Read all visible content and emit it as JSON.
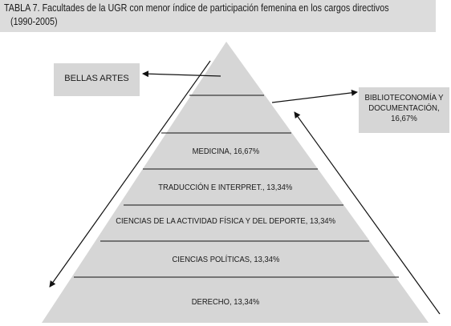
{
  "title": {
    "line1": "TABLA 7. Facultades de la UGR con menor índice de participación femenina en los cargos directivos",
    "line2": "(1990-2005)"
  },
  "top_box": {
    "label": "BELLAS ARTES"
  },
  "side_box": {
    "lines": [
      "BIBLIOTECONOMÍA Y",
      "DOCUMENTACIÓN,",
      "16,67%"
    ]
  },
  "levels": [
    {
      "label": ""
    },
    {
      "label": ""
    },
    {
      "label": "MEDICINA, 16,67%"
    },
    {
      "label": "TRADUCCIÓN E INTERPRET., 13,34%"
    },
    {
      "label": "CIENCIAS DE LA ACTIVIDAD FÍSICA Y DEL DEPORTE, 13,34%"
    },
    {
      "label": "CIENCIAS POLÍTICAS, 13,34%"
    },
    {
      "label": "DERECHO, 13,34%"
    }
  ],
  "colors": {
    "fill": "#d6d6d6",
    "title_bg": "#dcdcdc",
    "line": "#111111"
  }
}
